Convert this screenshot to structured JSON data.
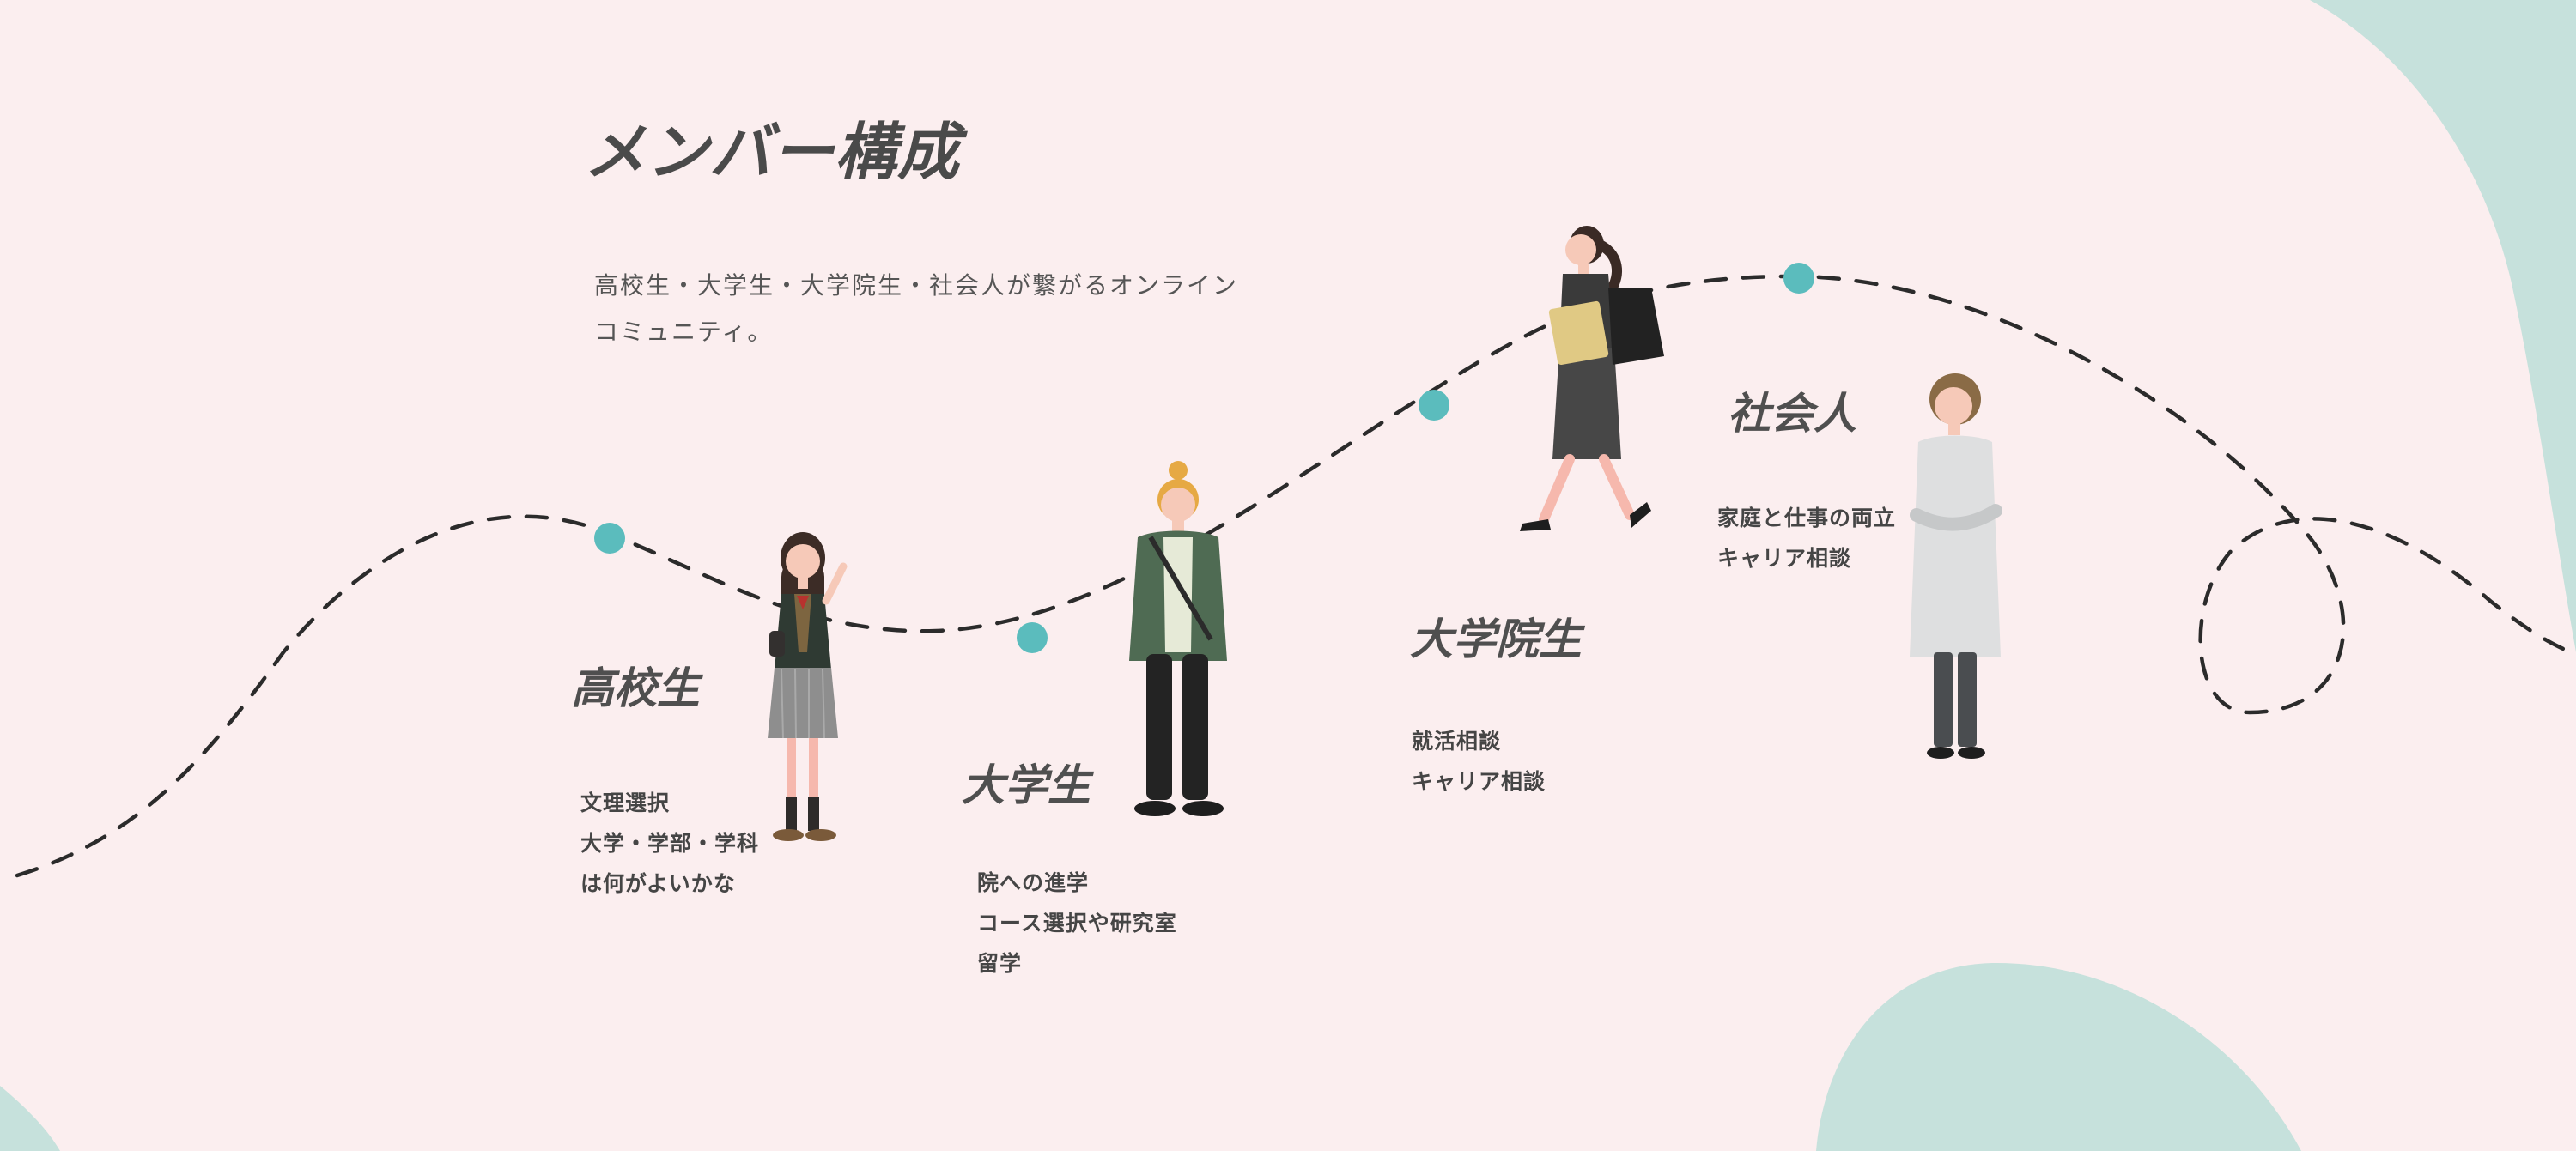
{
  "header": {
    "title": "メンバー構成",
    "lead_lines": [
      "高校生・大学生・大学院生・社会人が繋がるオンライン",
      "コミュニティ。"
    ]
  },
  "stages": [
    {
      "title": "高校生",
      "items": [
        "文理選択",
        "大学・学部・学科",
        "は何がよいかな"
      ]
    },
    {
      "title": "大学生",
      "items": [
        "院への進学",
        "コース選択や研究室",
        "留学"
      ]
    },
    {
      "title": "大学院生",
      "items": [
        "就活相談",
        "キャリア相談"
      ]
    },
    {
      "title": "社会人",
      "items": [
        "家庭と仕事の両立",
        "キャリア相談"
      ]
    }
  ],
  "colors": {
    "background": "#fbeeef",
    "blob": "#c6e1dc",
    "dot": "#5bbcbd",
    "path": "#2b2b2b"
  }
}
